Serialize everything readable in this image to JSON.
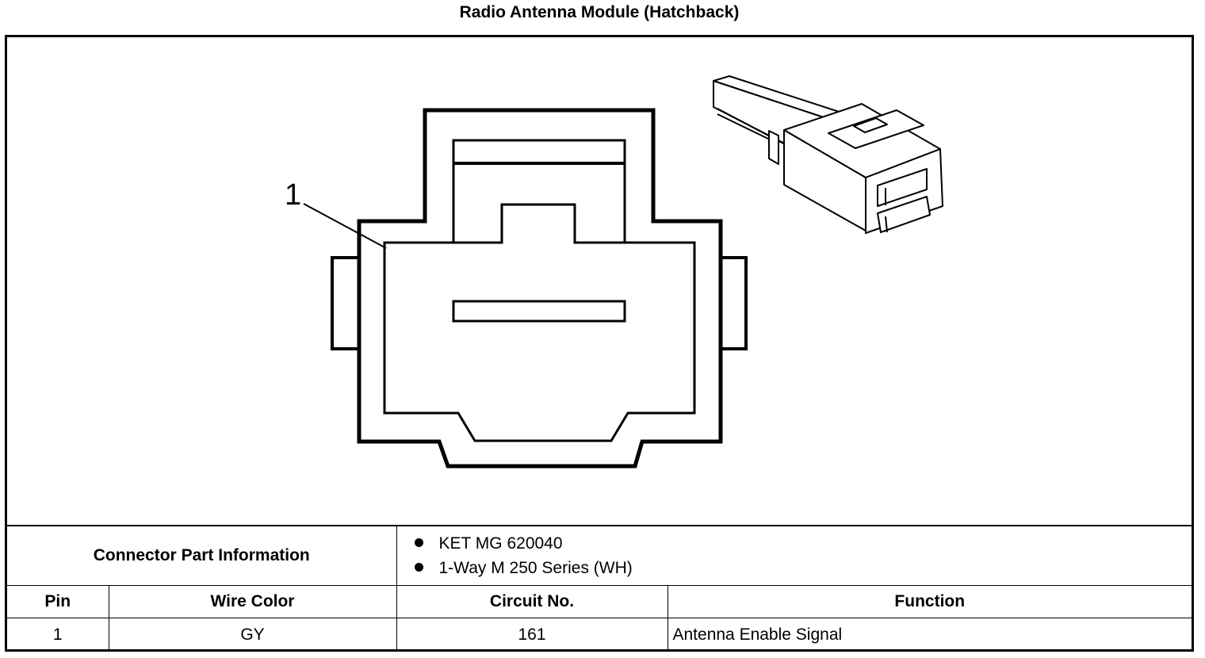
{
  "title": "Radio Antenna Module (Hatchback)",
  "diagram": {
    "pin_callout": "1"
  },
  "connector_info": {
    "label": "Connector Part Information",
    "items": [
      "KET MG 620040",
      "1-Way M 250 Series (WH)"
    ]
  },
  "table": {
    "headers": {
      "pin": "Pin",
      "wire_color": "Wire Color",
      "circuit": "Circuit No.",
      "function": "Function"
    },
    "rows": [
      {
        "pin": "1",
        "wire_color": "GY",
        "circuit": "161",
        "function": "Antenna Enable Signal"
      }
    ]
  }
}
